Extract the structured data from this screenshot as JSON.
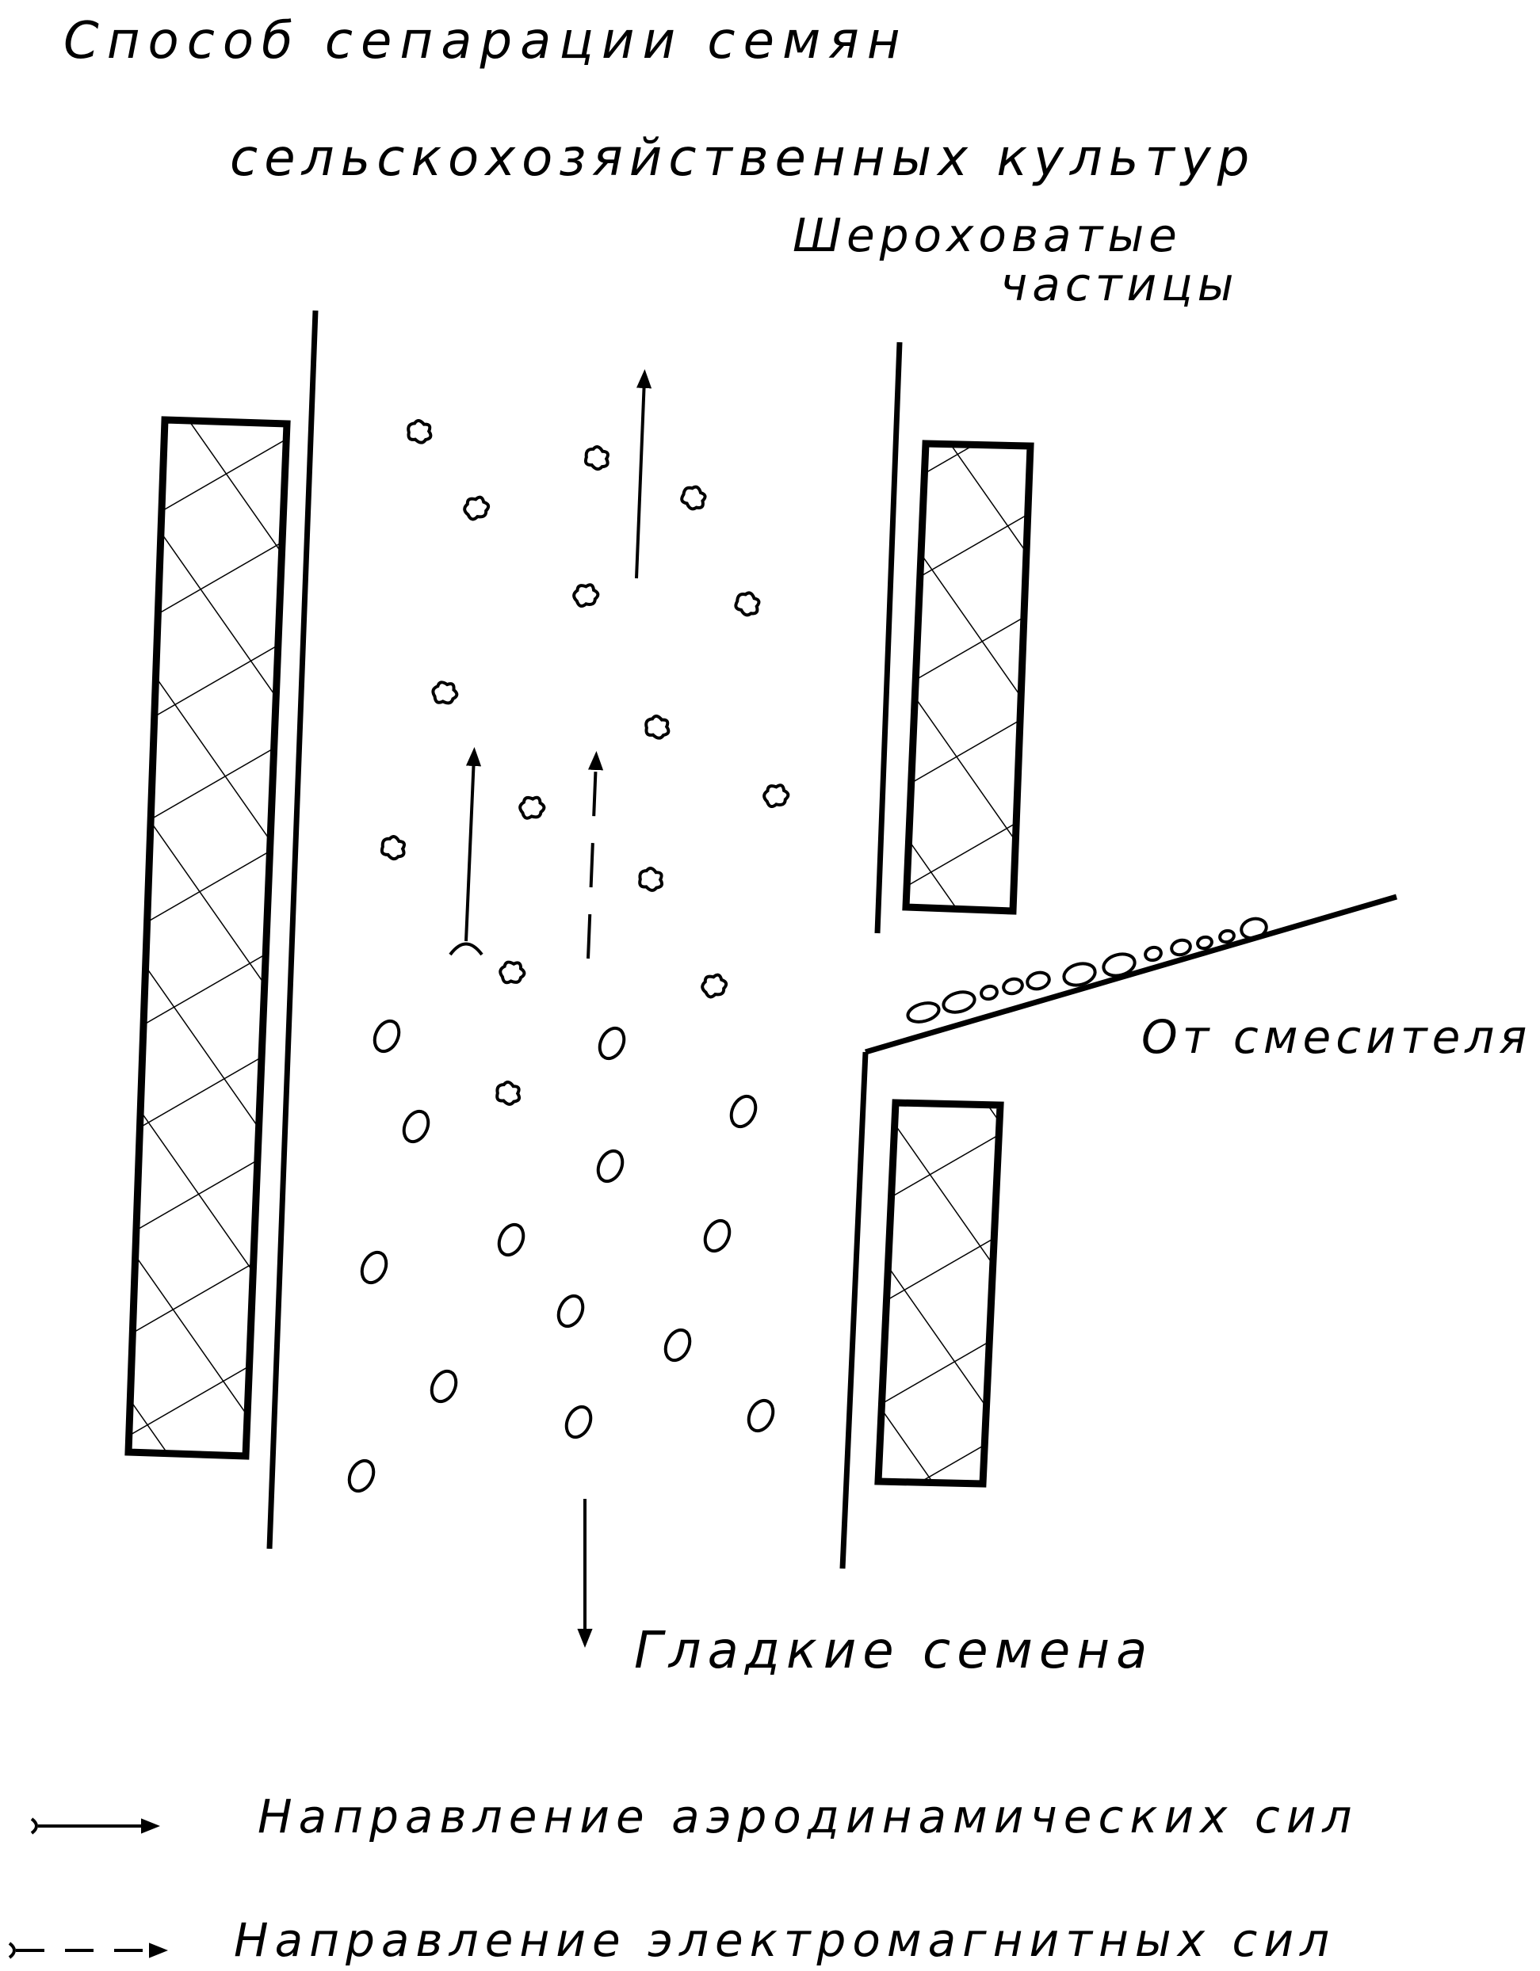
{
  "title": {
    "line1": "Способ сепарации семян",
    "line2": "сельскохозяйственных культур"
  },
  "labels": {
    "rough_line1": "Шероховатые",
    "rough_line2": "частицы",
    "from_mixer": "От смесителя",
    "smooth_seeds": "Гладкие семена"
  },
  "legend": {
    "aero": "Направление аэродинамических сил",
    "em": "Направление электромагнитных сил"
  },
  "colors": {
    "ink": "#000000",
    "paper": "#ffffff"
  }
}
